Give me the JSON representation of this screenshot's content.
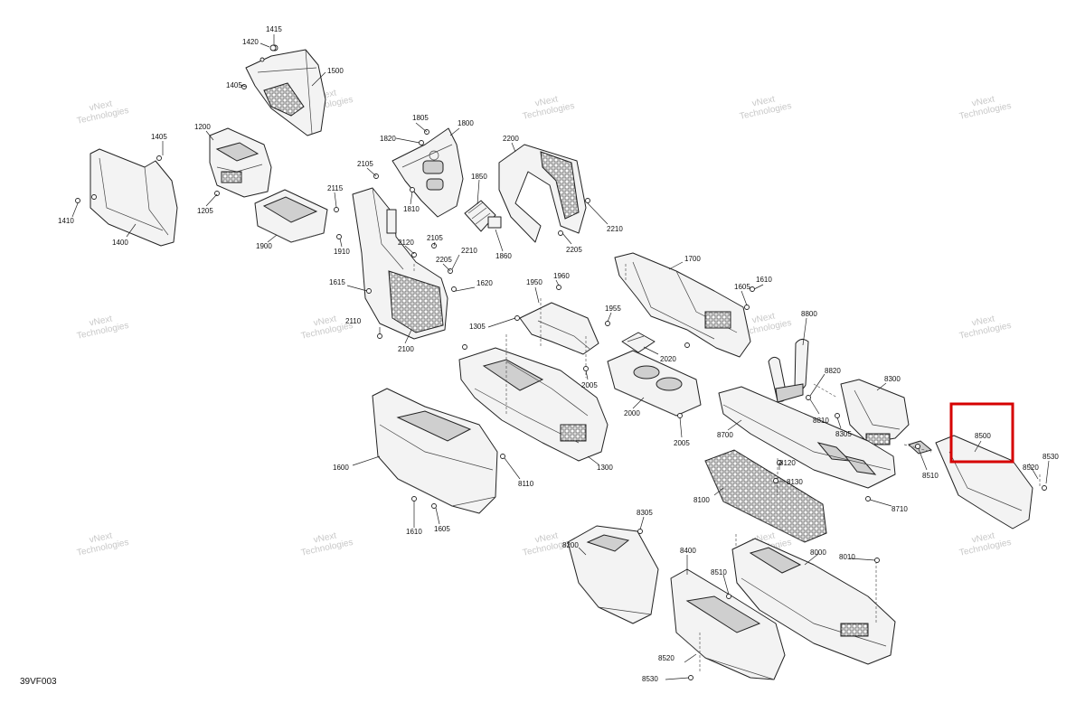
{
  "diagram_code": "39VF003",
  "watermark": {
    "line1": "vNext",
    "line2": "Technologies",
    "small": "vNext Technologies"
  },
  "highlight": {
    "part": "8500",
    "color": "#d60000"
  },
  "labels": {
    "l1415": "1415",
    "l1420": "1420",
    "l1500": "1500",
    "l1405a": "1405",
    "l1405b": "1405",
    "l1200": "1200",
    "l1205": "1205",
    "l1410": "1410",
    "l1400": "1400",
    "l1900": "1900",
    "l1805": "1805",
    "l1800": "1800",
    "l1820": "1820",
    "l1810": "1810",
    "l2105a": "2105",
    "l2115": "2115",
    "l1910": "1910",
    "l1850": "1850",
    "l1860": "1860",
    "l2200": "2200",
    "l2210a": "2210",
    "l2205a": "2205",
    "l2120": "2120",
    "l2105b": "2105",
    "l2205b": "2205",
    "l2210b": "2210",
    "l1615": "1615",
    "l1620": "1620",
    "l2110": "2110",
    "l2100": "2100",
    "l1700": "1700",
    "l1605a": "1605",
    "l1610a": "1610",
    "l1950": "1950",
    "l1960": "1960",
    "l1955": "1955",
    "l1305": "1305",
    "l2020": "2020",
    "l2005a": "2005",
    "l8800": "8800",
    "l8820": "8820",
    "l8300": "8300",
    "l8810": "8810",
    "l8305a": "8305",
    "l2000": "2000",
    "l2005b": "2005",
    "l8700": "8700",
    "l8500": "8500",
    "l8530a": "8530",
    "l8520a": "8520",
    "l8510a": "8510",
    "l1300": "1300",
    "l8110": "8110",
    "l1600": "1600",
    "l8120": "8120",
    "l8130": "8130",
    "l8100": "8100",
    "l8710": "8710",
    "l1610b": "1610",
    "l1605b": "1605",
    "l8305b": "8305",
    "l8200": "8200",
    "l8400": "8400",
    "l8510b": "8510",
    "l8000": "8000",
    "l8010": "8010",
    "l8520b": "8520",
    "l8530b": "8530"
  }
}
